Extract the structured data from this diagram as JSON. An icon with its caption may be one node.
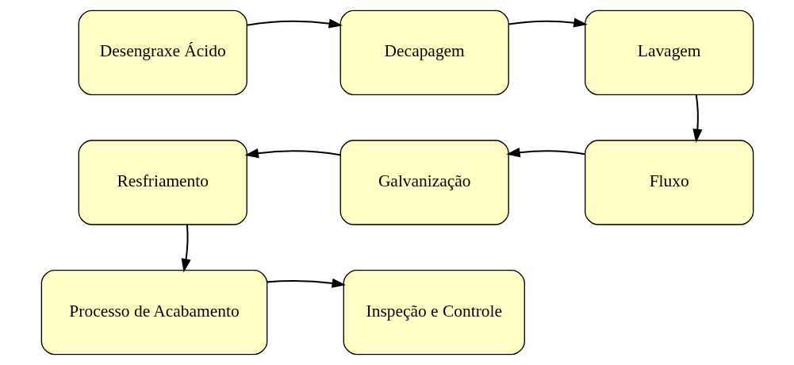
{
  "diagram": {
    "nodes": [
      {
        "text": [
          "Desengraxe Ácido"
        ]
      },
      {
        "text": [
          "Decapagem"
        ]
      },
      {
        "text": [
          "Lavagem"
        ]
      },
      {
        "text": [
          "Resfriamento"
        ]
      },
      {
        "text": [
          "Galvanização"
        ]
      },
      {
        "text": [
          "Fluxo"
        ]
      },
      {
        "text": [
          "Processo de Acabamento"
        ]
      },
      {
        "text": [
          "Inspeção e Controle"
        ]
      }
    ],
    "edges": [
      {
        "from": 0,
        "to": 1,
        "arrow": "to"
      },
      {
        "from": 1,
        "to": 2,
        "arrow": "to"
      },
      {
        "from": 2,
        "to": 5,
        "arrow": "to"
      },
      {
        "from": 5,
        "to": 4,
        "arrow": "to"
      },
      {
        "from": 4,
        "to": 3,
        "arrow": "to"
      },
      {
        "from": 3,
        "to": 6,
        "arrow": "to"
      },
      {
        "from": 6,
        "to": 7,
        "arrow": "to"
      }
    ]
  }
}
